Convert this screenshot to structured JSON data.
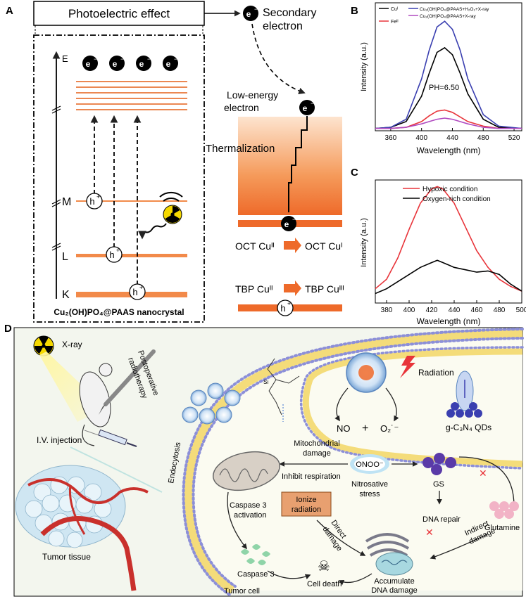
{
  "panelA": {
    "label": "A",
    "title": "Photoelectric effect",
    "energy_axis": "E",
    "electrons": [
      "e",
      "e",
      "e",
      "e"
    ],
    "electron_sup": "−",
    "shells": {
      "m": "M",
      "l": "L",
      "k": "K"
    },
    "hole": "h",
    "hole_sup": "+",
    "nanocrystal": "Cu₂(OH)PO₄@PAAS nanocrystal",
    "secondary_electron_1": "Secondary",
    "secondary_electron_2": "electron",
    "low_energy_1": "Low-energy",
    "low_energy_2": "electron",
    "thermalization": "Thermalization",
    "oct_left": "OCT Cuᴵᴵ",
    "oct_right": "OCT Cuᴵ",
    "tbp_left": "TBP Cuᴵᴵ",
    "tbp_right": "TBP Cuᴵᴵᴵ"
  },
  "panelB": {
    "label": "B",
    "ylabel": "Intensity (a.u.)",
    "xlabel": "Wavelength (nm)",
    "annotation": "PH=6.50",
    "legend": [
      "Cuᴵ",
      "Feᴵᴵ",
      "Cu₂(OH)PO₄@PAAS+H₂O₂+X-ray",
      "Cu₂(OH)PO₄@PAAS+X-ray"
    ],
    "ticks": [
      "360",
      "400",
      "440",
      "480",
      "520"
    ]
  },
  "panelC": {
    "label": "C",
    "ylabel": "Intensity (a.u.)",
    "xlabel": "Wavelength (nm)",
    "legend": [
      "Hypoxic condition",
      "Oxygen-rich condition"
    ],
    "ticks": [
      "380",
      "400",
      "420",
      "440",
      "460",
      "480",
      "500"
    ]
  },
  "panelD": {
    "label": "D",
    "xray": "X-ray",
    "postop_1": "Postoperative",
    "postop_2": "radiotherapy",
    "iv": "I.V. injection",
    "tumor_tissue": "Tumor tissue",
    "endocytosis": "Endocytosis",
    "radiation": "Radiation",
    "no": "NO",
    "plus": "+",
    "o2": "O₂˙⁻",
    "gc3n4": "g-C₃N₄ QDs",
    "mito_1": "Mitochondrial",
    "mito_2": "damage",
    "inhibit": "Inhibit respiration",
    "onoo": "ONOO⁻",
    "nitro_1": "Nitrosative",
    "nitro_2": "stress",
    "gs": "GS",
    "glutamine": "Glutamine",
    "casp_act_1": "Caspase 3",
    "casp_act_2": "activation",
    "ionize_1": "Ionize",
    "ionize_2": "radiation",
    "direct_1": "Direct",
    "direct_2": "damage",
    "dna_repair": "DNA repair",
    "indirect_1": "Indirect",
    "indirect_2": "damage",
    "caspase3": "Caspase 3",
    "cell_death": "Cell death",
    "accum_1": "Accumulate",
    "accum_2": "DNA damage",
    "tumor_cell": "Tumor cell",
    "cross": "✕",
    "skull": "☠",
    "molecule_label": "Si"
  },
  "colors": {
    "orange": "#ee6a2a",
    "black_curve": "#000000",
    "red_curve": "#e8343a",
    "blue_curve": "#3a3fb0",
    "magenta_curve": "#b04ac0",
    "membrane_blue": "#8c8fd8",
    "membrane_yellow": "#f4dc7a",
    "cell_bg": "#f7f8ee"
  },
  "chart_data": [
    {
      "type": "line",
      "panel": "B",
      "xlabel": "Wavelength (nm)",
      "ylabel": "Intensity (a.u.)",
      "xlim": [
        340,
        530
      ],
      "annotation": "PH=6.50",
      "x": [
        340,
        360,
        380,
        400,
        410,
        420,
        430,
        440,
        450,
        460,
        480,
        500,
        530
      ],
      "series": [
        {
          "name": "Cuᴵ",
          "color": "#000000",
          "values": [
            0.02,
            0.03,
            0.08,
            0.3,
            0.5,
            0.68,
            0.72,
            0.66,
            0.5,
            0.32,
            0.1,
            0.03,
            0.02
          ]
        },
        {
          "name": "Feᴵᴵ",
          "color": "#e8343a",
          "values": [
            0.02,
            0.02,
            0.03,
            0.08,
            0.13,
            0.17,
            0.18,
            0.16,
            0.12,
            0.08,
            0.04,
            0.02,
            0.02
          ]
        },
        {
          "name": "Cu₂(OH)PO₄@PAAS+H₂O₂+X-ray",
          "color": "#3a3fb0",
          "values": [
            0.02,
            0.03,
            0.1,
            0.45,
            0.7,
            0.9,
            0.95,
            0.88,
            0.7,
            0.45,
            0.14,
            0.04,
            0.02
          ]
        },
        {
          "name": "Cu₂(OH)PO₄@PAAS+X-ray",
          "color": "#b04ac0",
          "values": [
            0.02,
            0.02,
            0.03,
            0.06,
            0.08,
            0.1,
            0.11,
            0.1,
            0.08,
            0.06,
            0.03,
            0.02,
            0.02
          ]
        }
      ]
    },
    {
      "type": "line",
      "panel": "C",
      "xlabel": "Wavelength (nm)",
      "ylabel": "Intensity (a.u.)",
      "xlim": [
        370,
        500
      ],
      "x": [
        370,
        380,
        390,
        400,
        410,
        420,
        425,
        430,
        440,
        450,
        460,
        470,
        480,
        490,
        500
      ],
      "series": [
        {
          "name": "Hypoxic condition",
          "color": "#e8343a",
          "values": [
            0.12,
            0.2,
            0.38,
            0.62,
            0.84,
            0.96,
            0.98,
            0.96,
            0.84,
            0.64,
            0.44,
            0.3,
            0.2,
            0.14,
            0.1
          ]
        },
        {
          "name": "Oxygen-rich condition",
          "color": "#000000",
          "values": [
            0.08,
            0.12,
            0.18,
            0.24,
            0.3,
            0.34,
            0.36,
            0.34,
            0.3,
            0.28,
            0.26,
            0.27,
            0.24,
            0.16,
            0.1
          ]
        }
      ]
    }
  ]
}
